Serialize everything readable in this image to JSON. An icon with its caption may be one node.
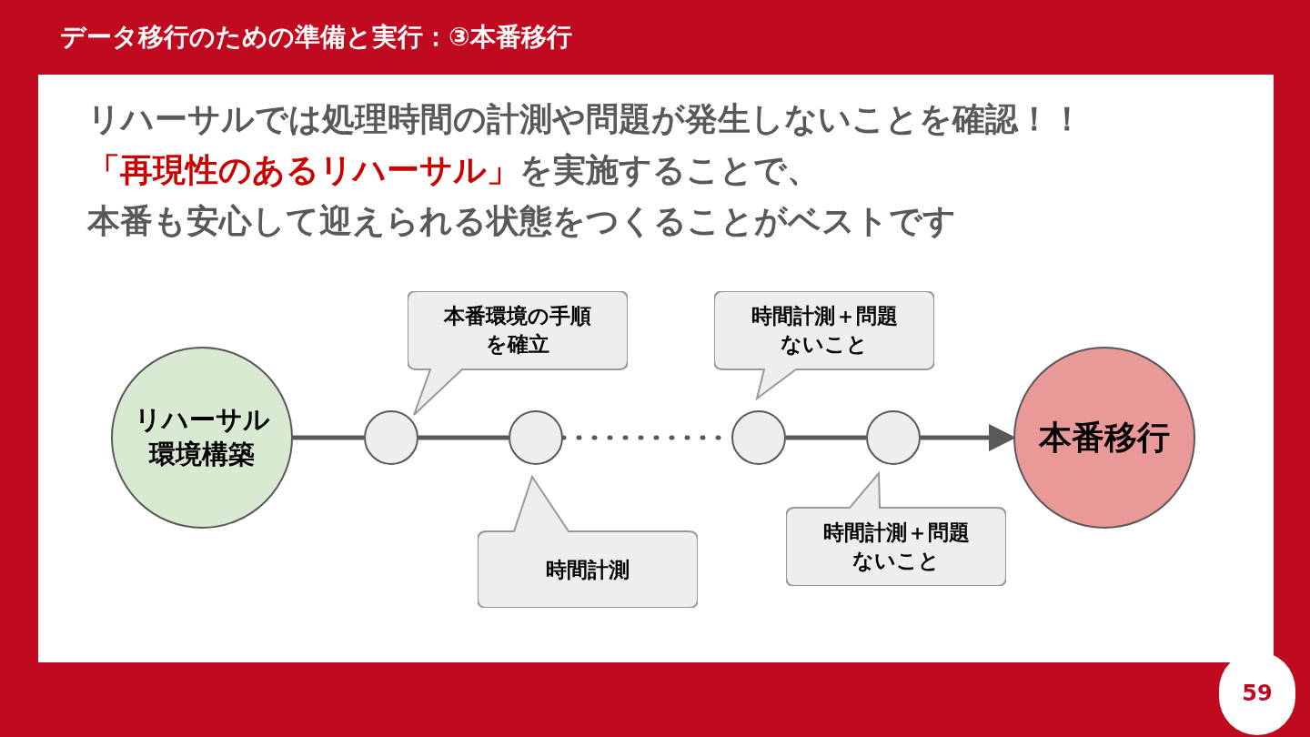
{
  "diagram": {
    "title": "データ移行のための準備と実行：③本番移行",
    "nodes": [
      {
        "text": [
          "リハーサル環境構築"
        ]
      },
      {
        "text": [],
        "shape": "circle"
      },
      {
        "text": [],
        "shape": "circle"
      },
      {
        "text": [],
        "shape": "circle"
      },
      {
        "text": [],
        "shape": "circle"
      },
      {
        "text": [
          "本番移行"
        ]
      },
      {
        "text": [
          "本番環境の手順を確立"
        ]
      },
      {
        "text": [
          "時間計測"
        ]
      },
      {
        "text": [
          "時間計測＋問題ないこと"
        ]
      },
      {
        "text": [
          "時間計測＋問題ないこと"
        ]
      }
    ],
    "edges": [
      {
        "from": 0,
        "to": 1,
        "arrow": "none"
      },
      {
        "from": 1,
        "to": 2,
        "arrow": "none"
      },
      {
        "from": 2,
        "to": 3,
        "arrow": "none",
        "style": "dashed"
      },
      {
        "from": 3,
        "to": 4,
        "arrow": "none"
      },
      {
        "from": 4,
        "to": 5,
        "arrow": "to"
      }
    ],
    "labels": [
      "リハーサルでは処理時間の計測や問題が発生しないことを確認！！",
      "「再現性のあるリハーサル」",
      "を実施することで、",
      "本番も安心して迎えられる状態をつくることがベストです",
      "59"
    ]
  }
}
